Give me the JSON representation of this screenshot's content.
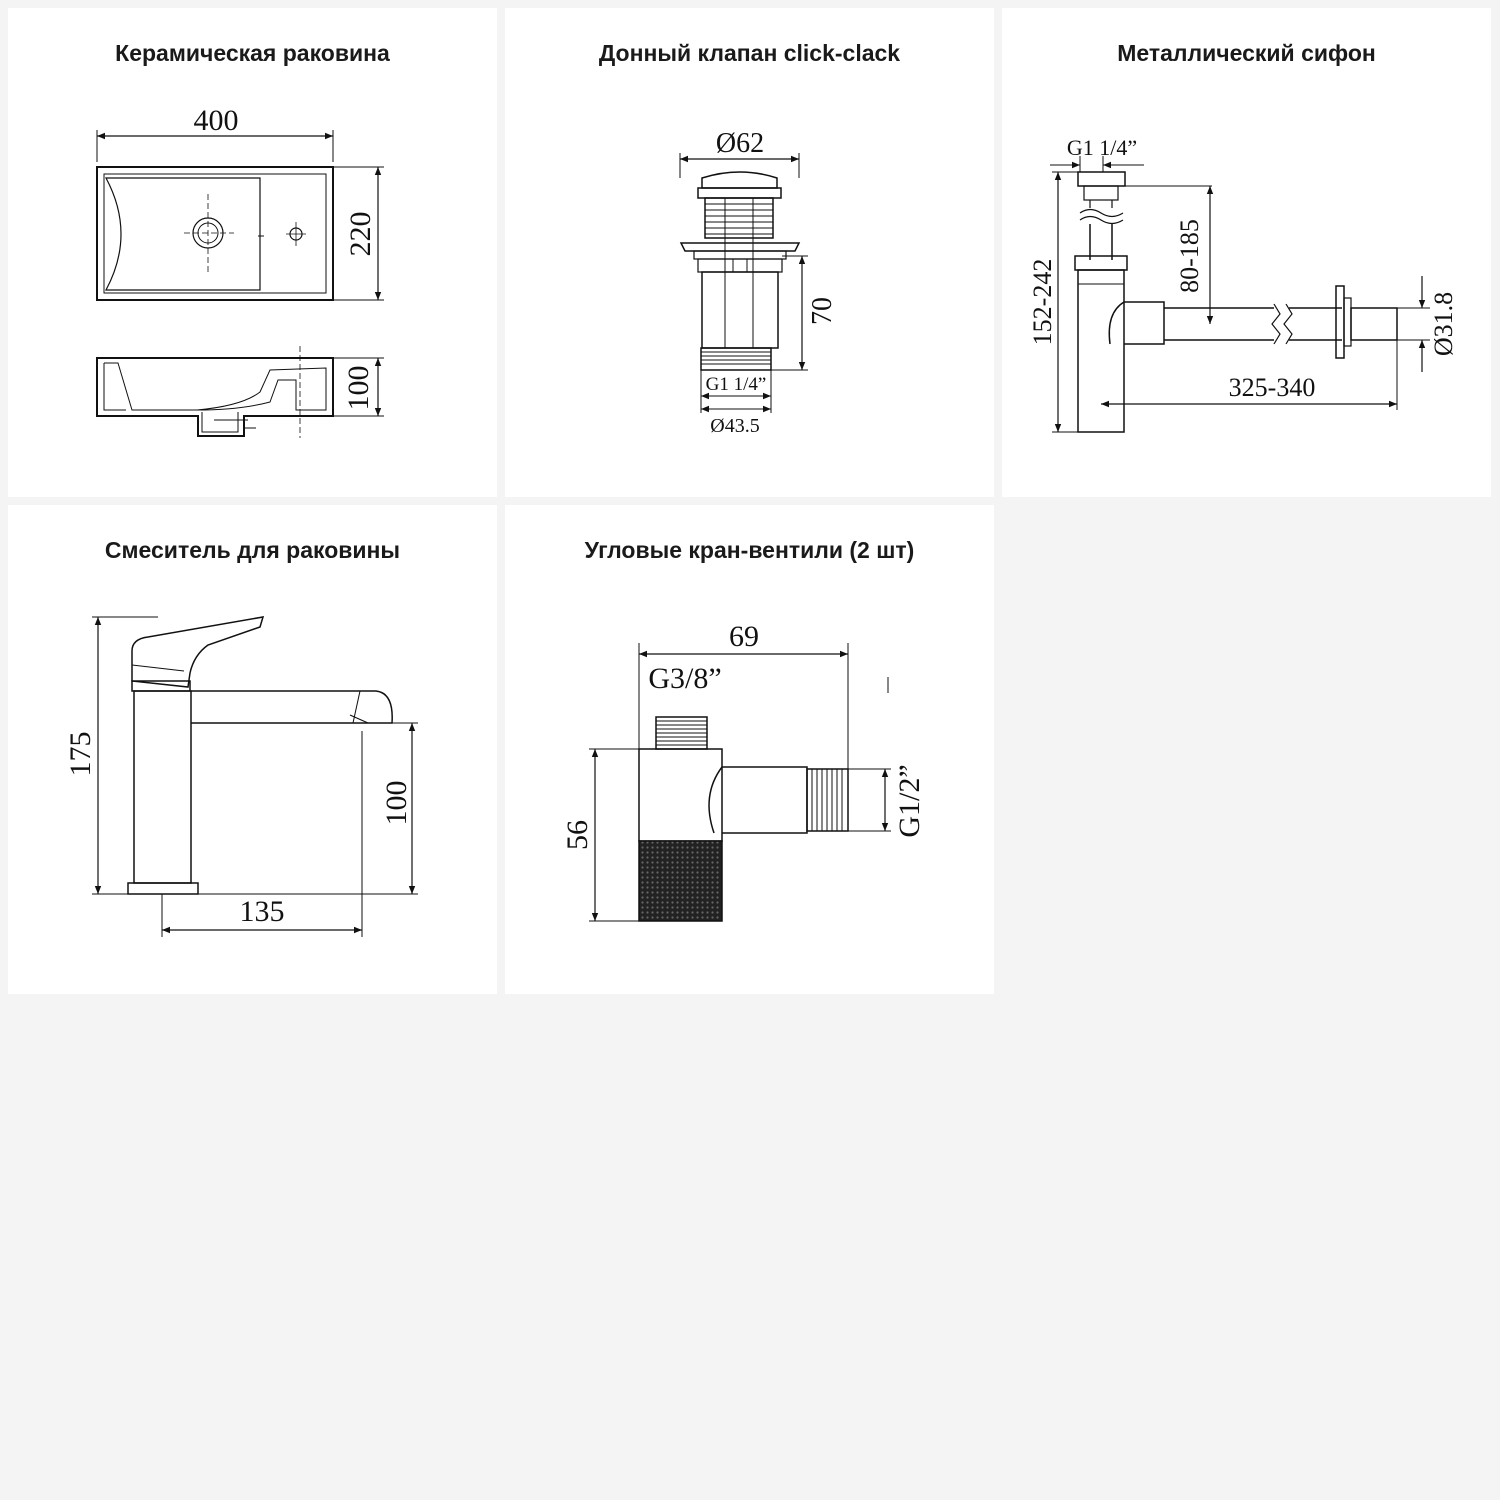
{
  "sink": {
    "title": "Керамическая раковина",
    "width": "400",
    "depth": "220",
    "height": "100"
  },
  "valve": {
    "title": "Донный клапан click-clack",
    "diameter_top": "Ø62",
    "length": "70",
    "thread": "G1 1/4”",
    "diameter_bottom": "Ø43.5"
  },
  "siphon": {
    "title": "Металлический сифон",
    "thread": "G1 1/4”",
    "height_range": "80-185",
    "total_height": "152-242",
    "pipe_diameter": "Ø31.8",
    "length_range": "325-340"
  },
  "mixer": {
    "title": "Смеситель для раковины",
    "height": "175",
    "spout_height": "100",
    "reach": "135"
  },
  "angle_valve": {
    "title": "Угловые кран-вентили (2 шт)",
    "length": "69",
    "inlet_thread": "G3/8”",
    "outlet_thread": "G1/2”",
    "height": "56"
  },
  "colors": {
    "background": "#f4f4f4",
    "card": "#ffffff",
    "line": "#111111"
  }
}
